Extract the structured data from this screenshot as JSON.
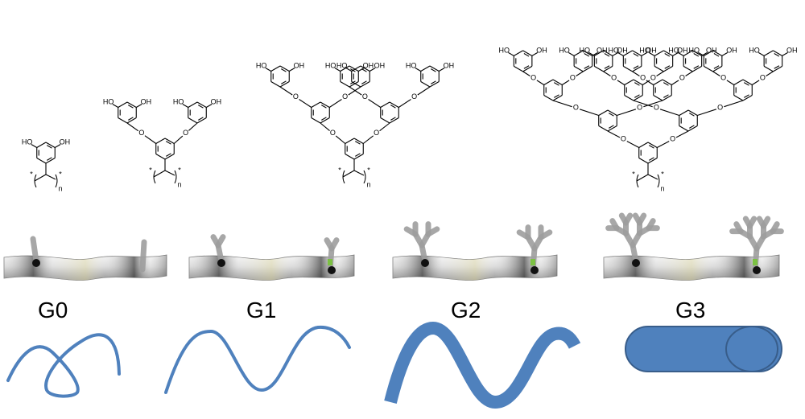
{
  "generations": [
    {
      "id": "g0",
      "label": "G0",
      "shape": "coil"
    },
    {
      "id": "g1",
      "label": "G1",
      "shape": "thin-wave"
    },
    {
      "id": "g2",
      "label": "G2",
      "shape": "thick-wave"
    },
    {
      "id": "g3",
      "label": "G3",
      "shape": "cylinder"
    }
  ],
  "chem_text": {
    "hydroxyl": "OH",
    "hydroxyl_left": "HO",
    "ether_oxygen": "O",
    "end_group": "*",
    "repeat_index": "n"
  },
  "colors": {
    "shape_blue": "#4f81bd",
    "cylinder_fill": "#4f81bd",
    "cylinder_stroke": "#385d8a",
    "backbone_dark": "#333333",
    "backbone_light": "#f0f0f0",
    "backbone_highlight": "#e9e3b8",
    "branch_gray": "#9e9e9e",
    "anchor_black": "#111111",
    "anchor_green": "#7bc142",
    "bond_black": "#000000"
  }
}
